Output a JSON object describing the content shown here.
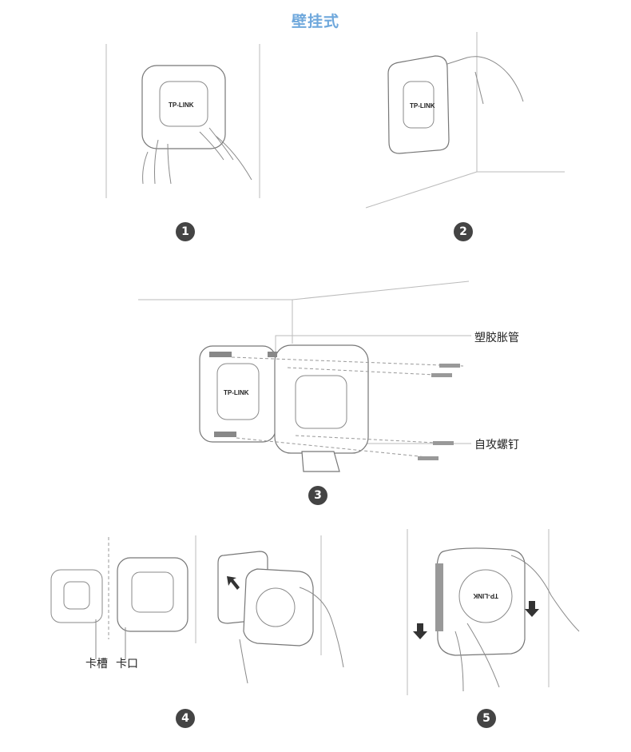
{
  "title": "壁挂式",
  "steps": [
    {
      "number": "1"
    },
    {
      "number": "2"
    },
    {
      "number": "3",
      "labels": {
        "anchor": "塑胶胀管",
        "screw": "自攻螺钉"
      }
    },
    {
      "number": "4",
      "labels": {
        "slot": "卡槽",
        "clip": "卡口"
      }
    },
    {
      "number": "5"
    }
  ],
  "device_logo": "TP-LINK",
  "colors": {
    "title": "#6fa8dc",
    "badge": "#444444"
  }
}
